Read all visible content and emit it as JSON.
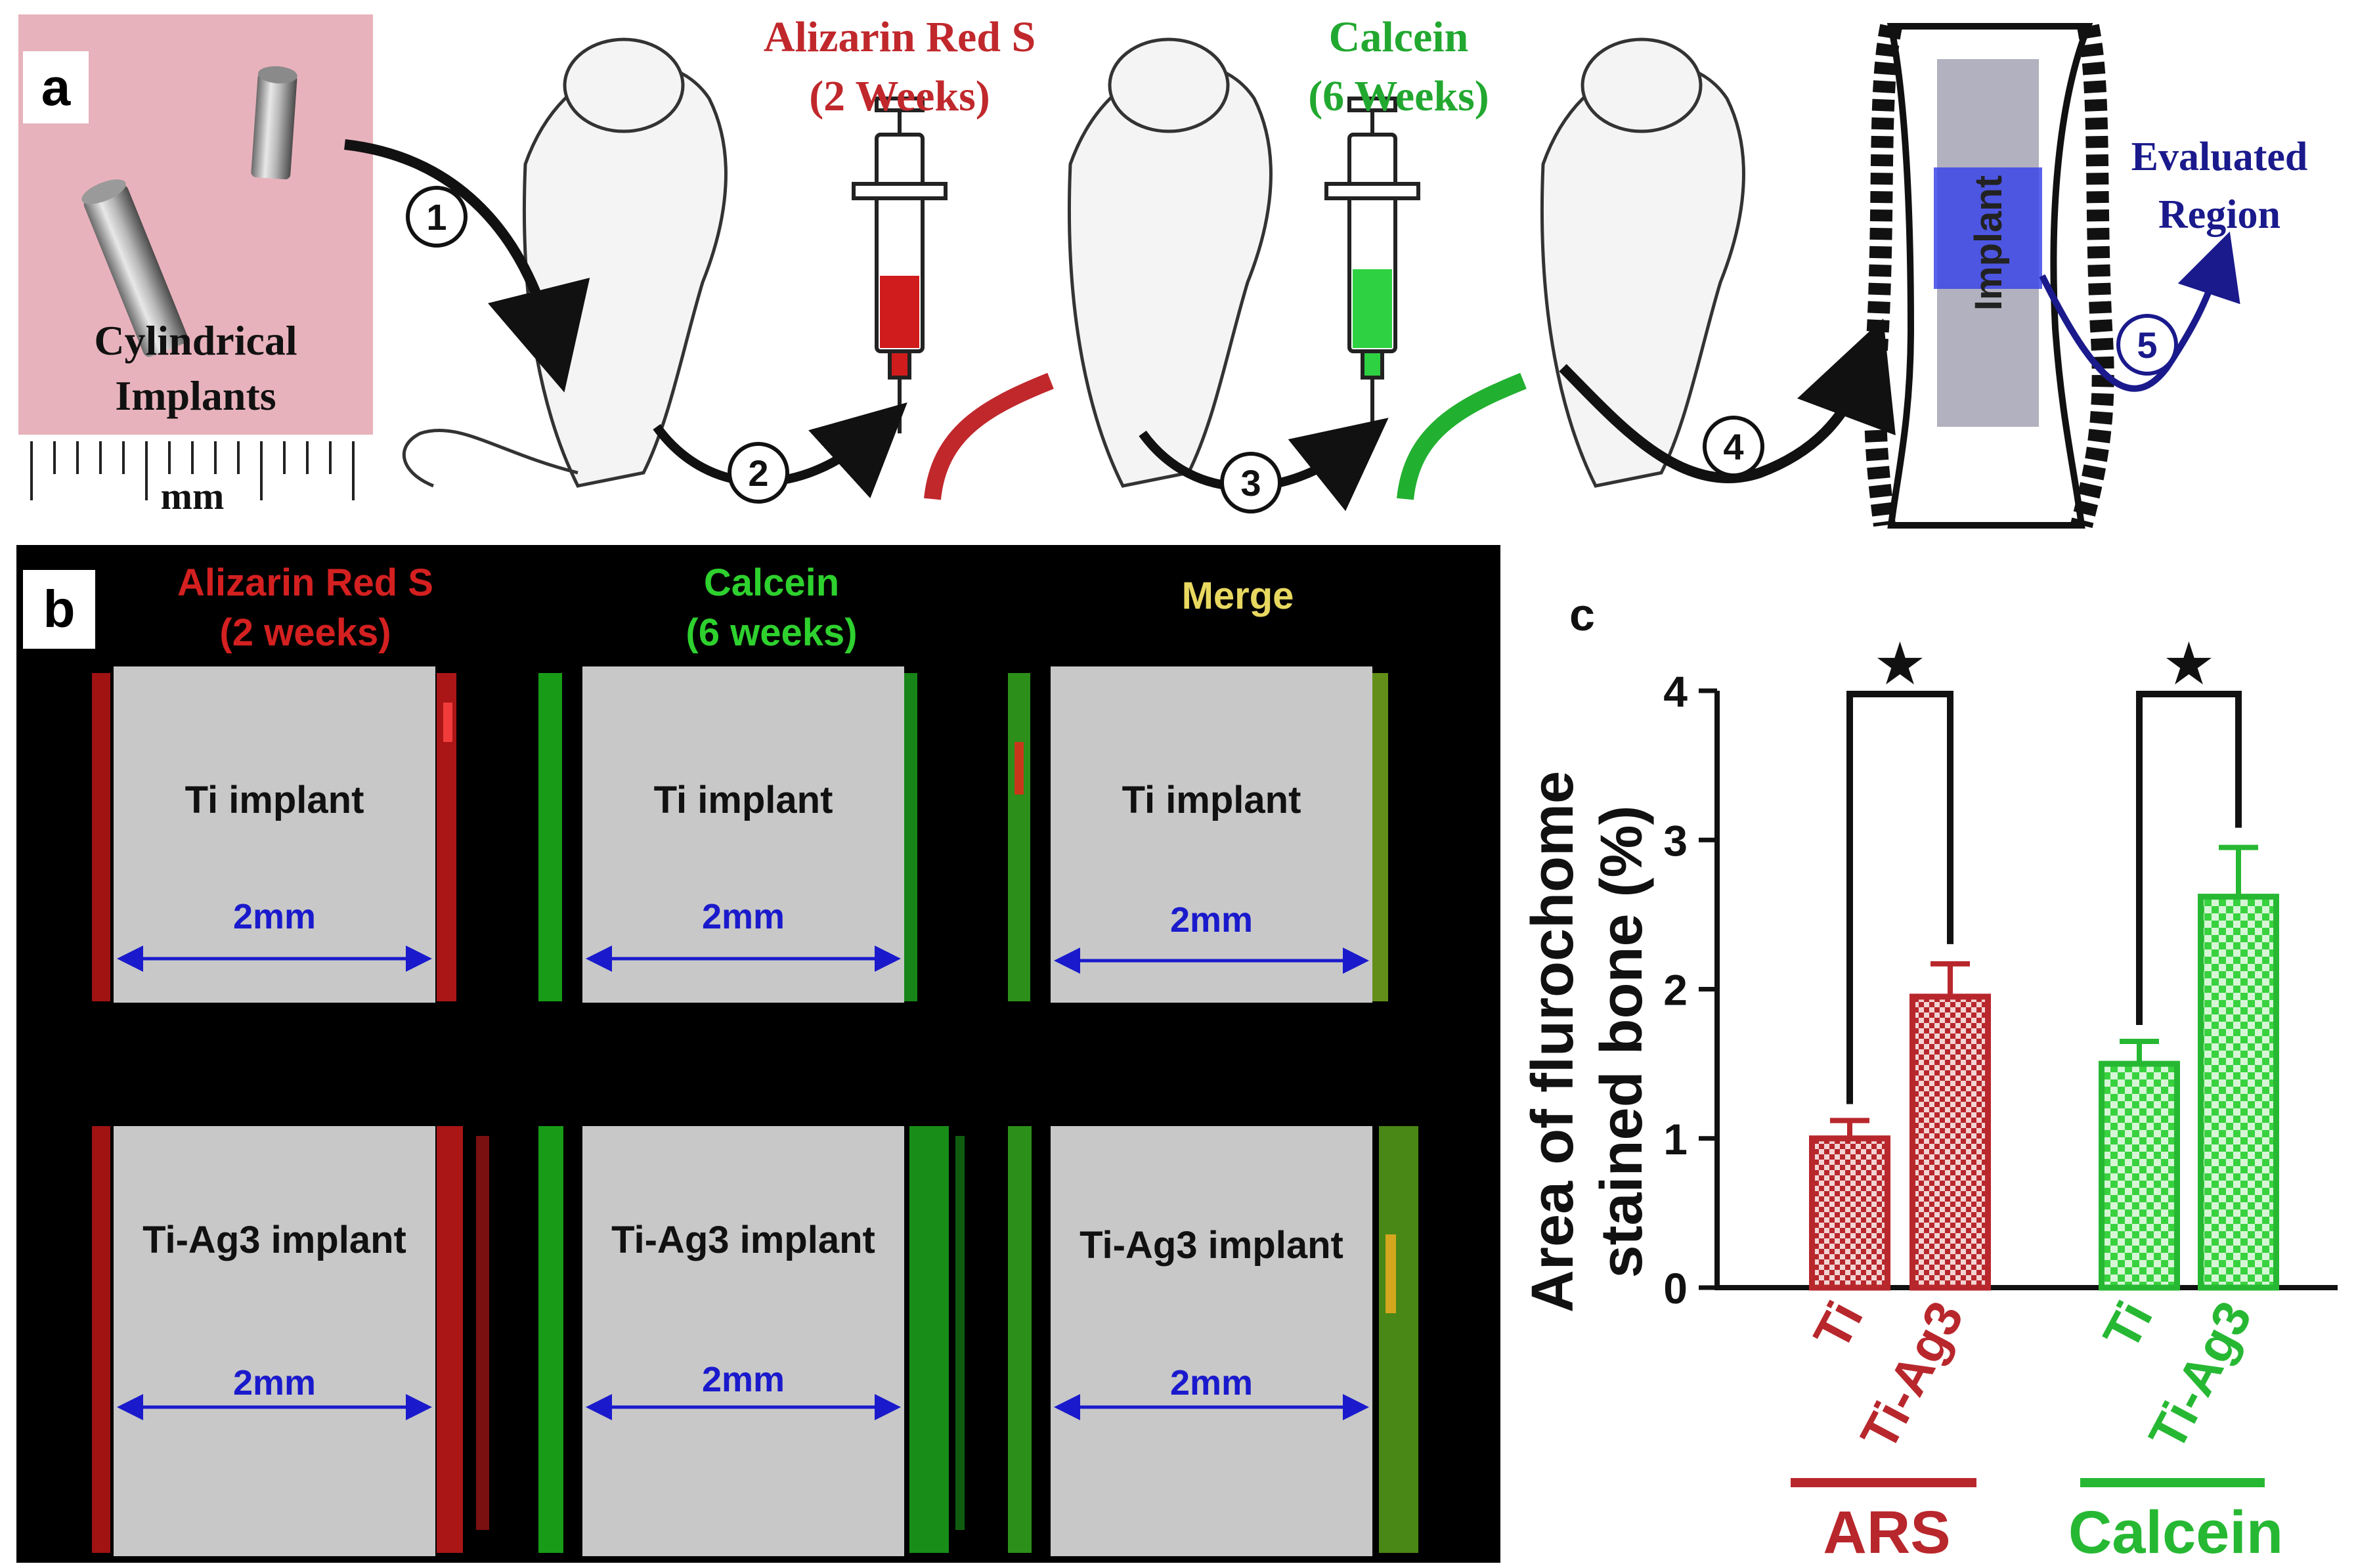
{
  "panel_a": {
    "letter": "a",
    "photo_label_line1": "Cylindrical",
    "photo_label_line2": "Implants",
    "ruler_unit": "mm",
    "ars_label_line1": "Alizarin Red S",
    "ars_label_line2": "(2 Weeks)",
    "calcein_label_line1": "Calcein",
    "calcein_label_line2": "(6 Weeks)",
    "implant_text": "Implant",
    "evaluated_line1": "Evaluated",
    "evaluated_line2": "Region",
    "steps": [
      "1",
      "2",
      "3",
      "4",
      "5"
    ],
    "colors": {
      "ars": "#c0282c",
      "calcein": "#22a830",
      "evaluated": "#1a1a8c",
      "photo_bg": "#e8b2bc"
    }
  },
  "panel_b": {
    "letter": "b",
    "columns": [
      {
        "line1": "Alizarin Red S",
        "line2": "(2 weeks)",
        "color": "#d42020"
      },
      {
        "line1": "Calcein",
        "line2": "(6 weeks)",
        "color": "#2ed12e"
      },
      {
        "line1": "Merge",
        "line2": "",
        "color": "#e8d860"
      }
    ],
    "rows": [
      {
        "implant": "Ti implant",
        "scale": "2mm"
      },
      {
        "implant": "Ti-Ag3 implant",
        "scale": "2mm"
      }
    ]
  },
  "chart_data": {
    "type": "bar",
    "panel_letter": "c",
    "ylabel_line1": "Area of flurochome",
    "ylabel_line2": "stained bone (%)",
    "ylim": [
      0,
      4
    ],
    "yticks": [
      0,
      1,
      2,
      3,
      4
    ],
    "categories": [
      "Ti",
      "Ti-Ag3",
      "Ti",
      "Ti-Ag3"
    ],
    "groups": [
      {
        "name": "ARS",
        "color": "#b8272c"
      },
      {
        "name": "Calcein",
        "color": "#27b833"
      }
    ],
    "series": [
      {
        "name": "ARS",
        "values": [
          1.0,
          1.95
        ],
        "errors": [
          0.12,
          0.22
        ]
      },
      {
        "name": "Calcein",
        "values": [
          1.5,
          2.62
        ],
        "errors": [
          0.15,
          0.33
        ]
      }
    ],
    "significance_marker": "★",
    "grid": false
  }
}
